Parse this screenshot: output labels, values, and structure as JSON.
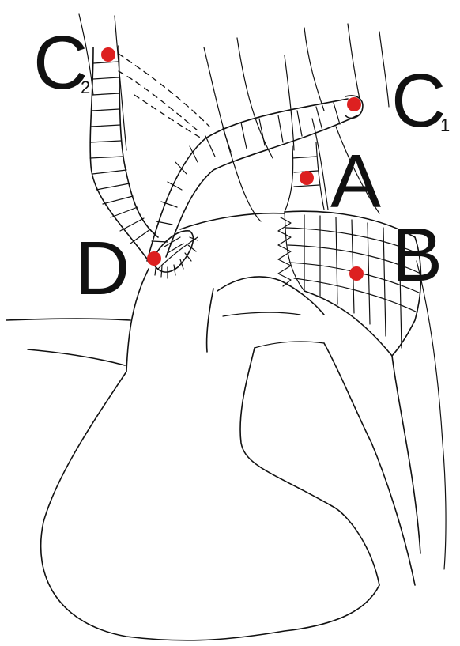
{
  "labels": {
    "a": "A",
    "b": "B",
    "c1_main": "C",
    "c1_sub": "1",
    "c2_main": "C",
    "c2_sub": "2",
    "d": "D"
  },
  "colors": {
    "marker": "#dd2020",
    "line": "#111111",
    "background": "#ffffff"
  }
}
